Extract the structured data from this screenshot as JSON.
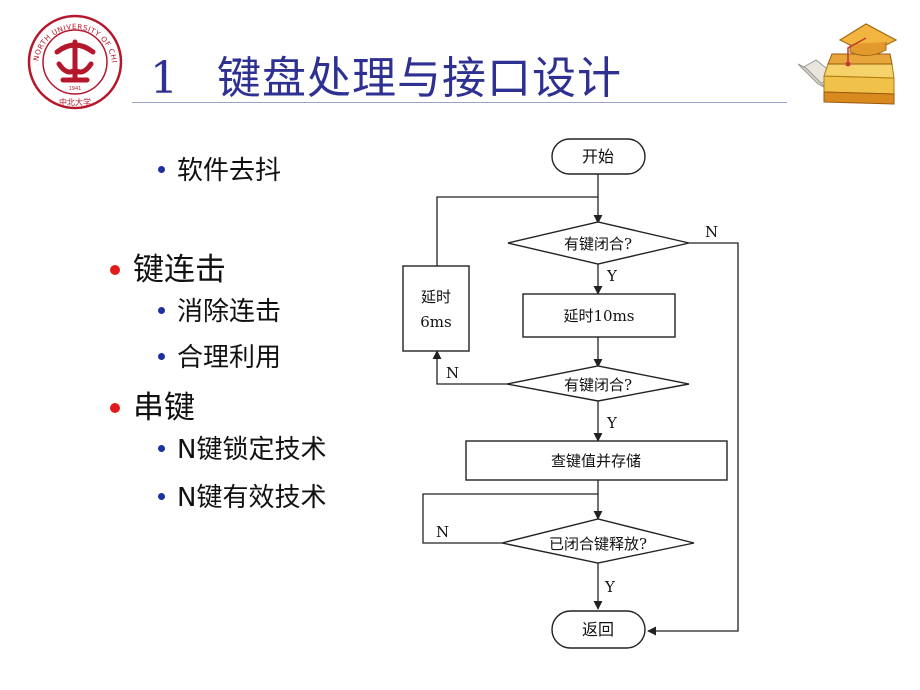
{
  "slide": {
    "title_number": "1",
    "title_text": "键盘处理与接口设计",
    "logo": {
      "name": "north-university-of-china-seal",
      "ring_text": "NORTH UNIVERSITY OF CHINA",
      "bottom_text": "中北大学",
      "year": "1941",
      "color": "#b5172b"
    },
    "bullets": [
      {
        "level": 2,
        "text": "软件去抖"
      },
      {
        "level": 1,
        "text": "键连击"
      },
      {
        "level": 2,
        "text": "消除连击"
      },
      {
        "level": 2,
        "text": "合理利用"
      },
      {
        "level": 1,
        "text": "串键"
      },
      {
        "level": 2,
        "text": "N键锁定技术"
      },
      {
        "level": 2,
        "text": "N键有效技术"
      }
    ]
  },
  "flowchart": {
    "start": "开始",
    "decision1": "有键闭合?",
    "delay_10ms": "延时10ms",
    "decision2": "有键闭合?",
    "lookup": "查键值并存储",
    "decision3": "已闭合键释放?",
    "end": "返回",
    "loop_delay_line1": "延时",
    "loop_delay_line2": "6ms",
    "yes": "Y",
    "no": "N"
  }
}
